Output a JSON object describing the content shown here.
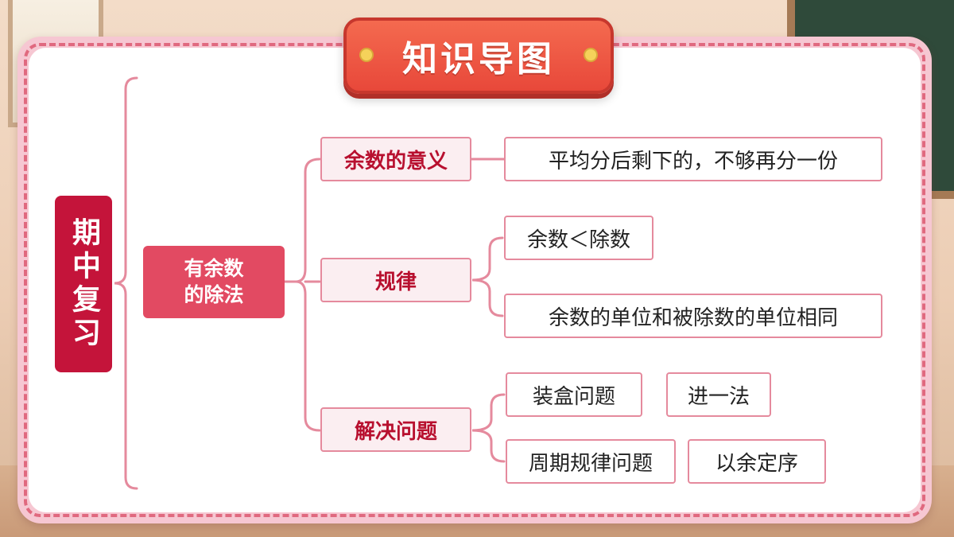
{
  "title": "知识导图",
  "colors": {
    "banner": "#e8483a",
    "root": "#c4143a",
    "sub": "#e24a62",
    "line": "#e58a9d",
    "dash": "#e0697f"
  },
  "mindmap": {
    "root": "期中复习",
    "topic": "有余数的除法",
    "branches": [
      {
        "label": "余数的意义",
        "leaves": [
          "平均分后剩下的，不够再分一份"
        ]
      },
      {
        "label": "规律",
        "leaves": [
          "余数＜除数",
          "余数的单位和被除数的单位相同"
        ]
      },
      {
        "label": "解决问题",
        "leaves": [
          "装盒问题",
          "进一法",
          "周期规律问题",
          "以余定序"
        ]
      }
    ]
  }
}
